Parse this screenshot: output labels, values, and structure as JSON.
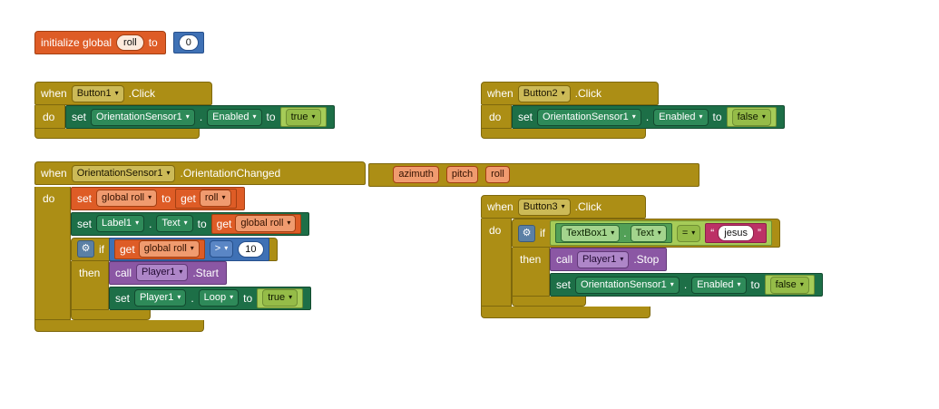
{
  "colors": {
    "event_gold": "#AC8E15",
    "variable_orange": "#DE5C26",
    "setter_green": "#1D6F47",
    "getter_green": "#52A057",
    "logic_green": "#A6CC58",
    "math_blue": "#3F71B5",
    "text_magenta": "#BC3166",
    "procedure_purple": "#8B57A4"
  },
  "init_global": {
    "label": "initialize global",
    "name": "roll",
    "to_label": "to",
    "value": "0"
  },
  "when_button1": {
    "when_label": "when",
    "component": "Button1",
    "event": ".Click",
    "do_label": "do",
    "set_enabled": {
      "set_label": "set",
      "component": "OrientationSensor1",
      "dot": ".",
      "property": "Enabled",
      "to_label": "to",
      "value": "true"
    }
  },
  "when_button2": {
    "when_label": "when",
    "component": "Button2",
    "event": ".Click",
    "do_label": "do",
    "set_enabled": {
      "set_label": "set",
      "component": "OrientationSensor1",
      "dot": ".",
      "property": "Enabled",
      "to_label": "to",
      "value": "false"
    }
  },
  "when_orientation": {
    "when_label": "when",
    "component": "OrientationSensor1",
    "event": ".OrientationChanged",
    "params": [
      "azimuth",
      "pitch",
      "roll"
    ],
    "do_label": "do",
    "set_global": {
      "set_label": "set",
      "variable": "global roll",
      "to_label": "to",
      "get_label": "get",
      "get_variable": "roll"
    },
    "set_label_text": {
      "set_label": "set",
      "component": "Label1",
      "dot": ".",
      "property": "Text",
      "to_label": "to",
      "get_label": "get",
      "get_variable": "global roll"
    },
    "if_block": {
      "if_label": "if",
      "then_label": "then",
      "get_label": "get",
      "get_variable": "global roll",
      "operator": ">",
      "number": "10"
    },
    "call_start": {
      "call_label": "call",
      "component": "Player1",
      "method": ".Start"
    },
    "set_loop": {
      "set_label": "set",
      "component": "Player1",
      "dot": ".",
      "property": "Loop",
      "to_label": "to",
      "value": "true"
    }
  },
  "when_button3": {
    "when_label": "when",
    "component": "Button3",
    "event": ".Click",
    "do_label": "do",
    "if_block": {
      "if_label": "if",
      "then_label": "then",
      "operator": "=",
      "getter": {
        "component": "TextBox1",
        "dot": ".",
        "property": "Text"
      },
      "text": {
        "open_quote": "“",
        "value": "jesus",
        "close_quote": "”"
      }
    },
    "call_stop": {
      "call_label": "call",
      "component": "Player1",
      "method": ".Stop"
    },
    "set_enabled": {
      "set_label": "set",
      "component": "OrientationSensor1",
      "dot": ".",
      "property": "Enabled",
      "to_label": "to",
      "value": "false"
    }
  }
}
